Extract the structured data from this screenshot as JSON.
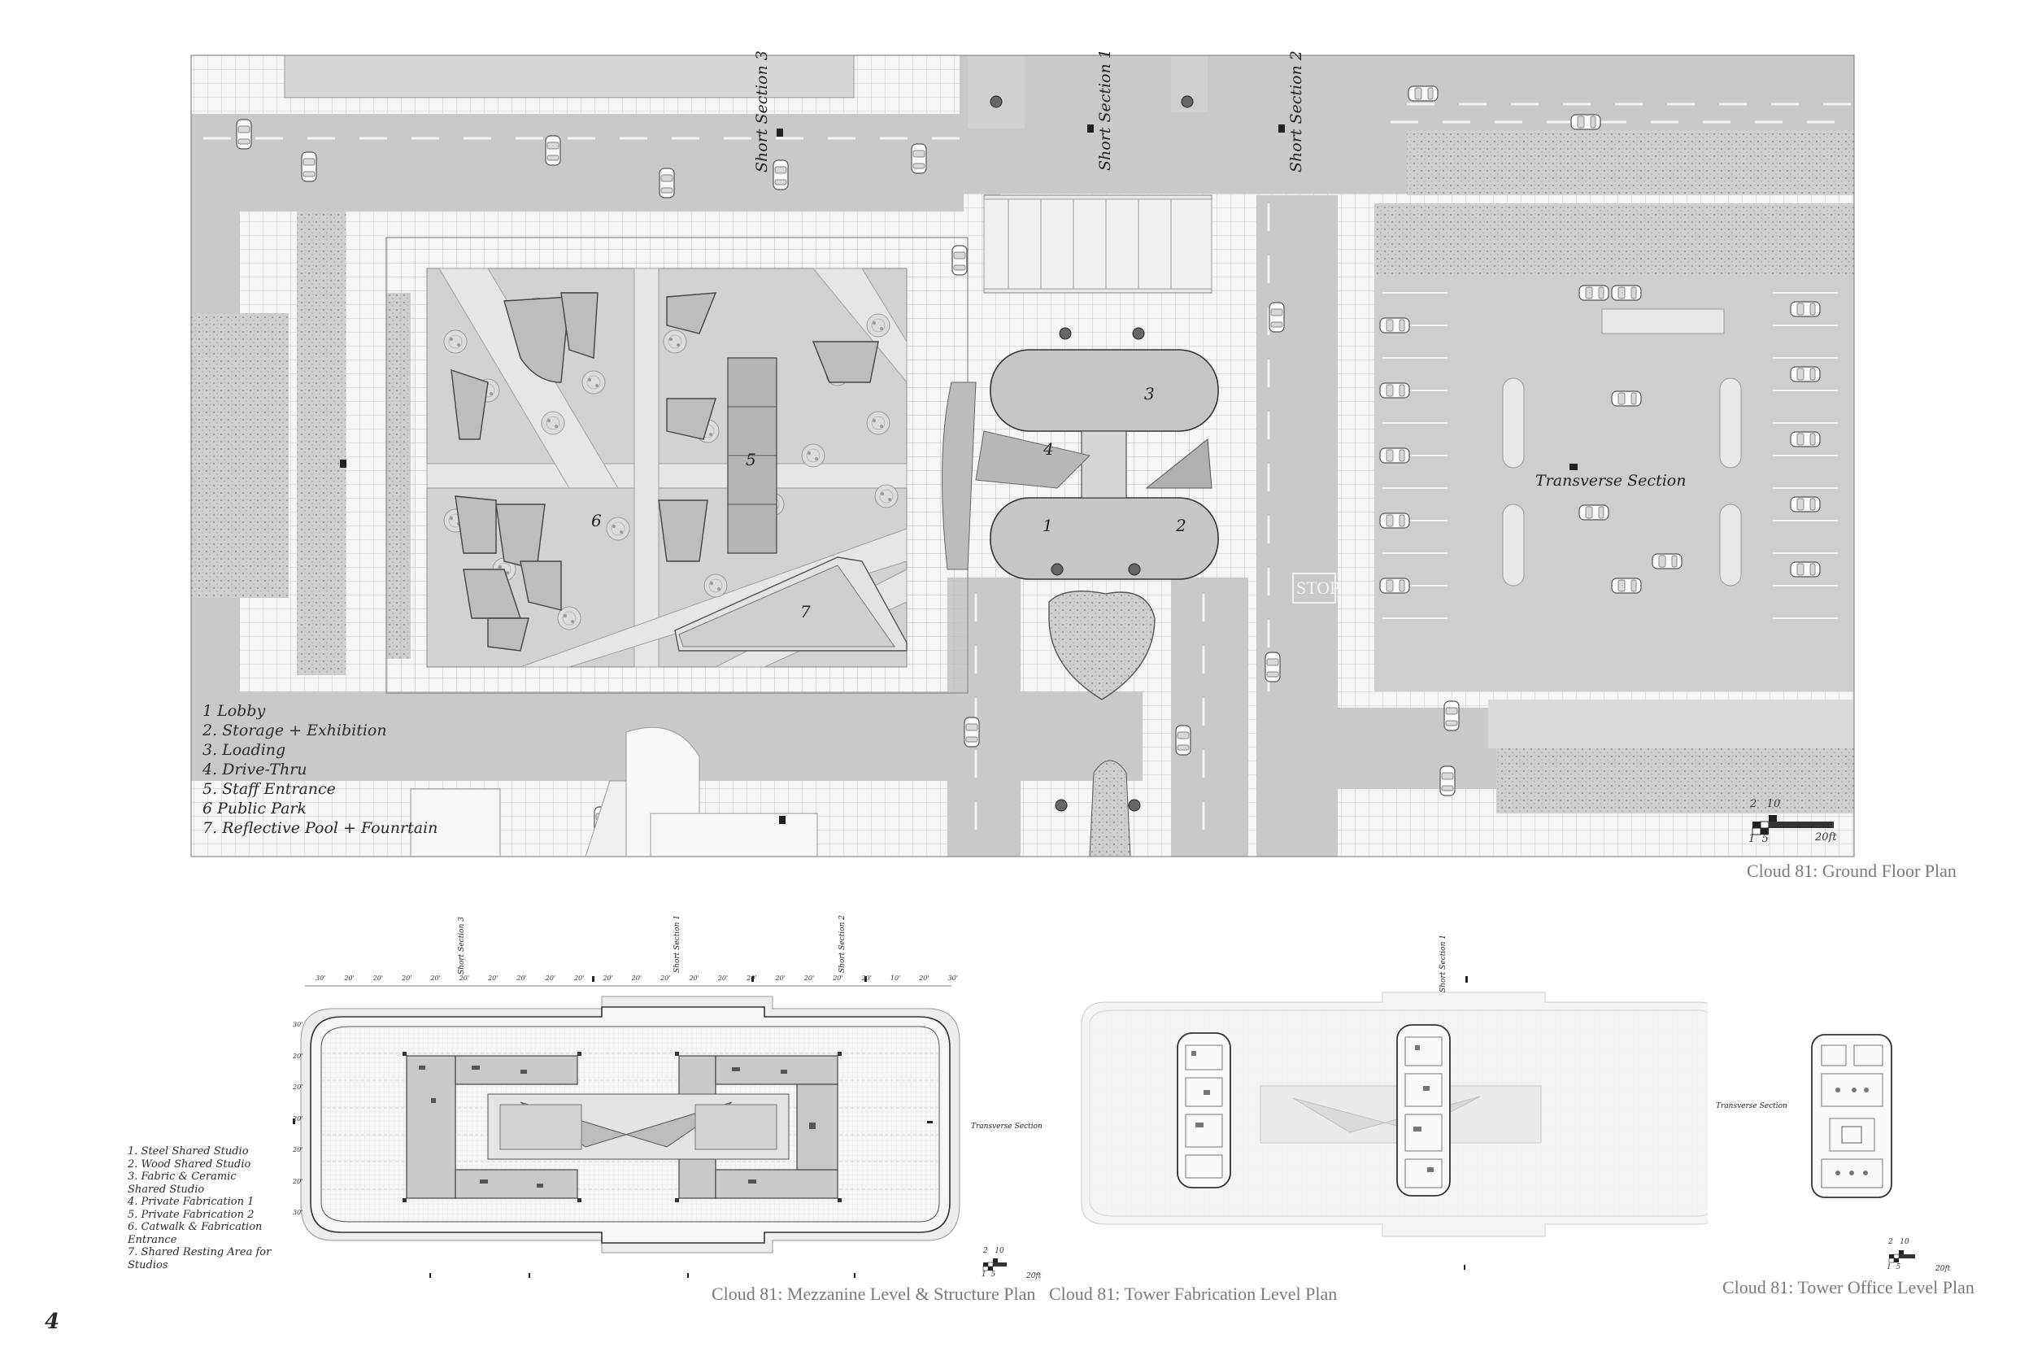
{
  "page_number": "4",
  "ground_plan": {
    "caption": "Cloud 81: Ground Floor Plan",
    "section_labels": {
      "short_section_1": "Short Section 1",
      "short_section_2": "Short Section 2",
      "short_section_3": "Short Section 3",
      "transverse": "Transverse Section"
    },
    "numbers": [
      "1",
      "2",
      "3",
      "4",
      "5",
      "6",
      "7"
    ],
    "legend": [
      "1 Lobby",
      "2. Storage + Exhibition",
      "3. Loading",
      "4. Drive-Thru",
      "5. Staff Entrance",
      "6 Public Park",
      "7. Reflective Pool + Founrtain"
    ],
    "road_text": "STOP",
    "scale": {
      "top": "2   10",
      "bottom": "1  5",
      "unit": "20ft"
    }
  },
  "mezzanine_plan": {
    "caption": "Cloud 81: Mezzanine Level & Structure Plan",
    "section_labels": {
      "short_section_1": "Short Section 1",
      "short_section_2": "Short Section 2",
      "short_section_3": "Short Section 3",
      "transverse": "Transverse Section"
    },
    "legend": [
      "1. Steel Shared Studio",
      "2. Wood Shared Studio",
      "3. Fabric & Ceramic",
      "Shared Studio",
      "4. Private Fabrication 1",
      "5. Private Fabrication 2",
      "6. Catwalk & Fabrication",
      "Entrance",
      "7. Shared Resting Area for",
      "Studios"
    ],
    "dimensions_top": [
      "30'",
      "20'",
      "20'",
      "20'",
      "20'",
      "20'",
      "20'",
      "20'",
      "20'",
      "20'",
      "20'",
      "20'",
      "20'",
      "20'",
      "20'",
      "20'",
      "20'",
      "20'",
      "20'",
      "20'",
      "10'",
      "20'",
      "30'"
    ],
    "dimensions_left": [
      "30'",
      "20'",
      "20'",
      "20'",
      "20'",
      "20'",
      "30'"
    ],
    "scale": {
      "top": "2   10",
      "bottom": "1  5",
      "unit": "20ft"
    }
  },
  "fabrication_plan": {
    "caption": "Cloud 81: Tower Fabrication Level Plan",
    "section_labels": {
      "short_section_1": "Short Section 1"
    }
  },
  "office_plan": {
    "caption": "Cloud 81: Tower Office Level Plan",
    "section_labels": {
      "transverse": "Transverse Section"
    },
    "scale": {
      "top": "2   10",
      "bottom": "1  5",
      "unit": "20ft"
    }
  }
}
